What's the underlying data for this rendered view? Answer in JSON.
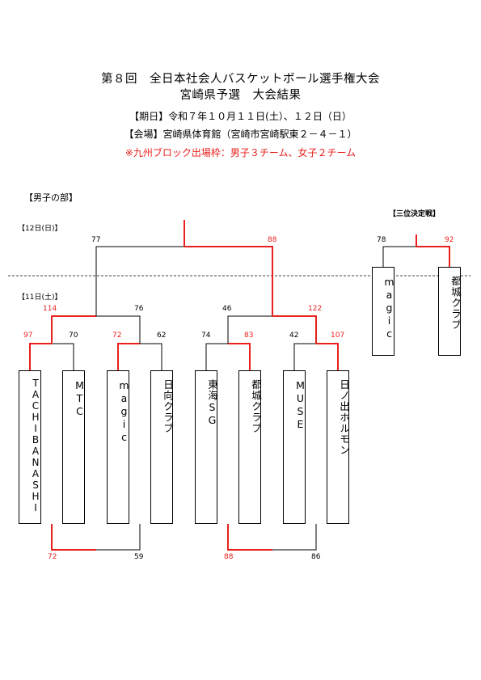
{
  "header": {
    "title_line1": "第８回　全日本社会人バスケットボール選手権大会",
    "title_line2": "宮崎県予選　大会結果",
    "period": "【期日】令和７年１０月１１日(土）、１２日（日）",
    "venue": "【会場】宮崎県体育館（宮崎市宮崎駅東２－４－１）",
    "note": "※九州ブロック出場枠：男子３チーム、女子２チーム"
  },
  "section_label": "【男子の部】",
  "day2_label": "【12日(日)】",
  "day1_label": "【11日(土)】",
  "third_place_label": "【三位決定戦】",
  "teams": [
    "TACHIBANASHI",
    "MTC",
    "magic",
    "日向クラブ",
    "東海SG",
    "都城クラブ",
    "MUSE",
    "日ノ出ホルモン"
  ],
  "third_place_teams": [
    "magic",
    "都城クラブ"
  ],
  "scores": {
    "r1": [
      "97",
      "70",
      "72",
      "62",
      "74",
      "83",
      "42",
      "107"
    ],
    "r2": [
      "114",
      "76",
      "46",
      "122"
    ],
    "final": [
      "77",
      "88"
    ],
    "third": [
      "78",
      "92"
    ],
    "consolation": [
      "72",
      "59",
      "88",
      "86"
    ]
  },
  "colors": {
    "winner": "#e8211d",
    "line": "#000000"
  }
}
